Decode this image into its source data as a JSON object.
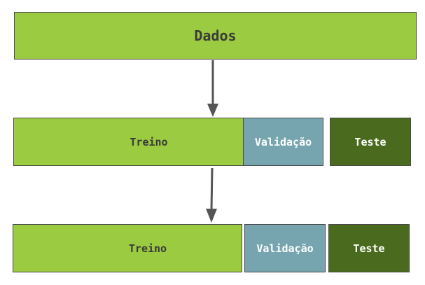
{
  "diagram": {
    "source": {
      "label": "Dados"
    },
    "split_1": {
      "train": "Treino",
      "validation": "Validação",
      "test": "Teste"
    },
    "split_2": {
      "train": "Treino",
      "validation": "Validação",
      "test": "Teste"
    }
  },
  "colors": {
    "train": "#9bcb40",
    "validation": "#76a5af",
    "test": "#4a6b1e",
    "arrow": "#555555"
  }
}
